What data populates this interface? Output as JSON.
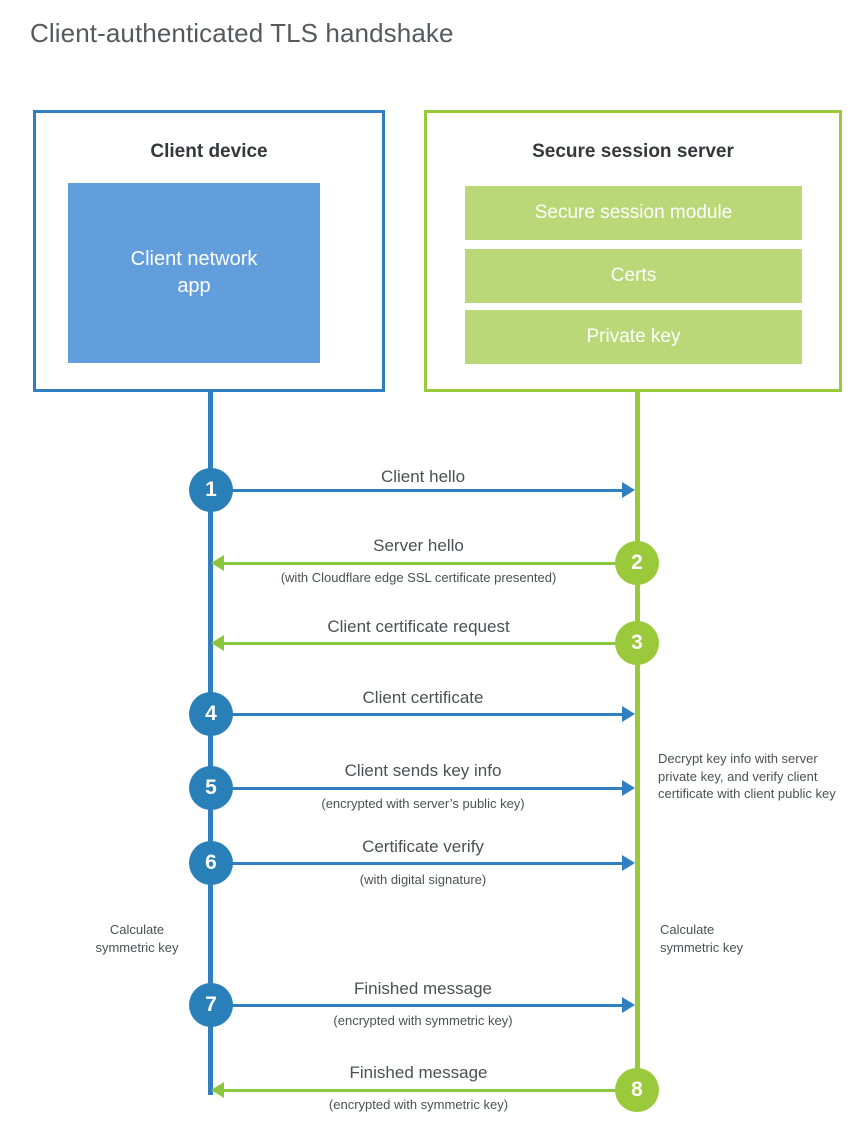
{
  "title": "Client-authenticated TLS handshake",
  "colors": {
    "client_accent": "#2F7FC1",
    "client_badge": "#2980B9",
    "client_app_fill": "#629EDB",
    "server_accent": "#9ACA3C",
    "server_arrow": "#8CC63E",
    "server_bar_fill": "#BAD877",
    "text": "#4C5054",
    "title_text": "#555A5E"
  },
  "client": {
    "title": "Client device",
    "app_label": "Client network\napp",
    "app_label_line1": "Client network",
    "app_label_line2": "app"
  },
  "server": {
    "title": "Secure session server",
    "components": [
      {
        "label": "Secure session module"
      },
      {
        "label": "Certs"
      },
      {
        "label": "Private key"
      }
    ]
  },
  "steps": [
    {
      "number": "1",
      "label": "Client hello",
      "sublabel": "",
      "direction": "client-to-server",
      "color": "blue"
    },
    {
      "number": "2",
      "label": "Server hello",
      "sublabel": "(with Cloudflare edge SSL certificate presented)",
      "direction": "server-to-client",
      "color": "green"
    },
    {
      "number": "3",
      "label": "Client certificate request",
      "sublabel": "",
      "direction": "server-to-client",
      "color": "green"
    },
    {
      "number": "4",
      "label": "Client certificate",
      "sublabel": "",
      "direction": "client-to-server",
      "color": "blue"
    },
    {
      "number": "5",
      "label": "Client sends key info",
      "sublabel": "(encrypted with server’s public key)",
      "direction": "client-to-server",
      "color": "blue"
    },
    {
      "number": "6",
      "label": "Certificate verify",
      "sublabel": "(with digital signature)",
      "direction": "client-to-server",
      "color": "blue"
    },
    {
      "number": "7",
      "label": "Finished message",
      "sublabel": "(encrypted with symmetric key)",
      "direction": "client-to-server",
      "color": "blue"
    },
    {
      "number": "8",
      "label": "Finished message",
      "sublabel": "(encrypted with symmetric key)",
      "direction": "server-to-client",
      "color": "green"
    }
  ],
  "notes": {
    "server_decrypt": "Decrypt key info with server private key, and verify client certificate with client public key",
    "calculate_symmetric_key_client_line1": "Calculate",
    "calculate_symmetric_key_client_line2": "symmetric key",
    "calculate_symmetric_key_server_line1": "Calculate",
    "calculate_symmetric_key_server_line2": "symmetric key"
  }
}
